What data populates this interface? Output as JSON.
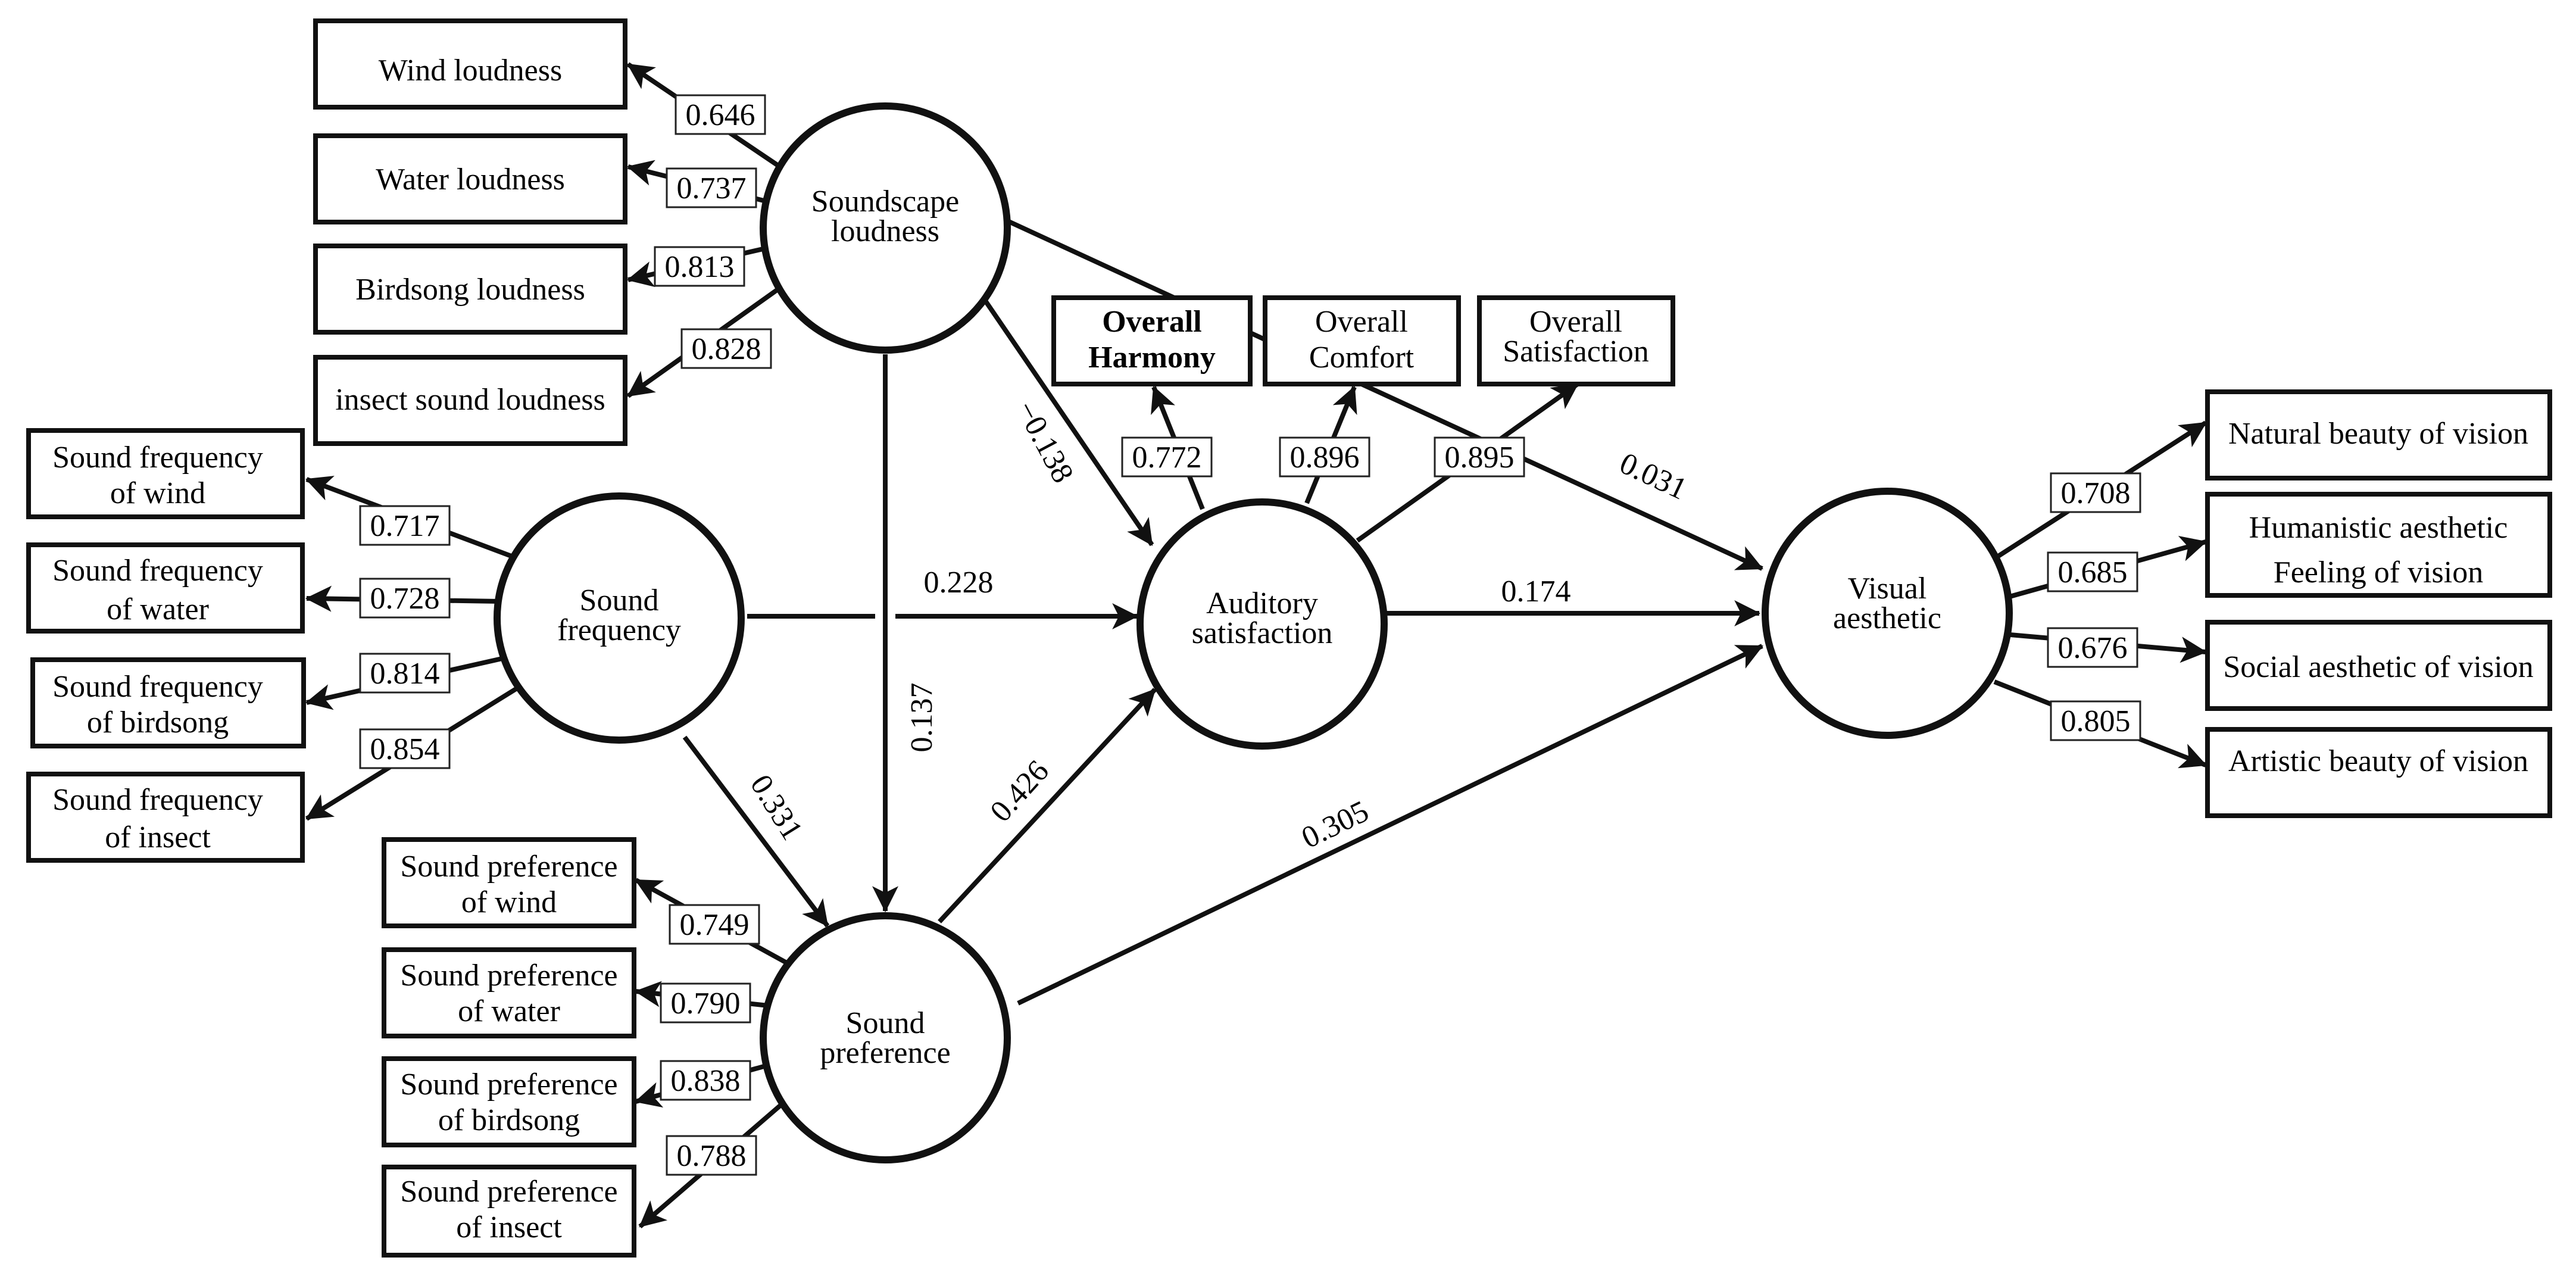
{
  "diagram": {
    "latent": {
      "loudness": [
        "Soundscape",
        "loudness"
      ],
      "frequency": [
        "Sound",
        "frequency"
      ],
      "preference": [
        "Sound",
        "preference"
      ],
      "satisfaction": [
        "Auditory",
        "satisfaction"
      ],
      "visual": [
        "Visual",
        "aesthetic"
      ]
    },
    "indicators": {
      "loudness": [
        {
          "lines": [
            "Wind loudness"
          ],
          "weight": "0.646"
        },
        {
          "lines": [
            "Water loudness"
          ],
          "weight": "0.737"
        },
        {
          "lines": [
            "Birdsong loudness"
          ],
          "weight": "0.813"
        },
        {
          "lines": [
            "insect sound loudness"
          ],
          "weight": "0.828"
        }
      ],
      "frequency": [
        {
          "lines": [
            "Sound frequency",
            "of wind"
          ],
          "weight": "0.717"
        },
        {
          "lines": [
            "Sound frequency",
            "of water"
          ],
          "weight": "0.728"
        },
        {
          "lines": [
            "Sound frequency",
            "of birdsong"
          ],
          "weight": "0.814"
        },
        {
          "lines": [
            "Sound frequency",
            "of insect"
          ],
          "weight": "0.854"
        }
      ],
      "preference": [
        {
          "lines": [
            "Sound preference",
            "of wind"
          ],
          "weight": "0.749"
        },
        {
          "lines": [
            "Sound preference",
            "of water"
          ],
          "weight": "0.790"
        },
        {
          "lines": [
            "Sound preference",
            "of birdsong"
          ],
          "weight": "0.838"
        },
        {
          "lines": [
            "Sound preference",
            "of insect"
          ],
          "weight": "0.788"
        }
      ],
      "satisfaction": [
        {
          "lines": [
            "Overall",
            "Harmony"
          ],
          "weight": "0.772"
        },
        {
          "lines": [
            "Overall",
            "Comfort"
          ],
          "weight": "0.896"
        },
        {
          "lines": [
            "Overall",
            "Satisfaction"
          ],
          "weight": "0.895"
        }
      ],
      "visual": [
        {
          "lines": [
            "Natural beauty of vision"
          ],
          "weight": "0.708"
        },
        {
          "lines": [
            "Humanistic aesthetic",
            "Feeling of vision"
          ],
          "weight": "0.685"
        },
        {
          "lines": [
            "Social aesthetic of vision"
          ],
          "weight": "0.676"
        },
        {
          "lines": [
            "Artistic beauty of vision"
          ],
          "weight": "0.805"
        }
      ]
    },
    "paths": {
      "loudness_satisfaction": "−0.138",
      "loudness_preference": "0.137",
      "loudness_visual": "0.031",
      "frequency_satisfaction": "0.228",
      "frequency_preference": "0.331",
      "preference_satisfaction": "0.426",
      "preference_visual": "0.305",
      "satisfaction_visual": "0.174"
    }
  }
}
